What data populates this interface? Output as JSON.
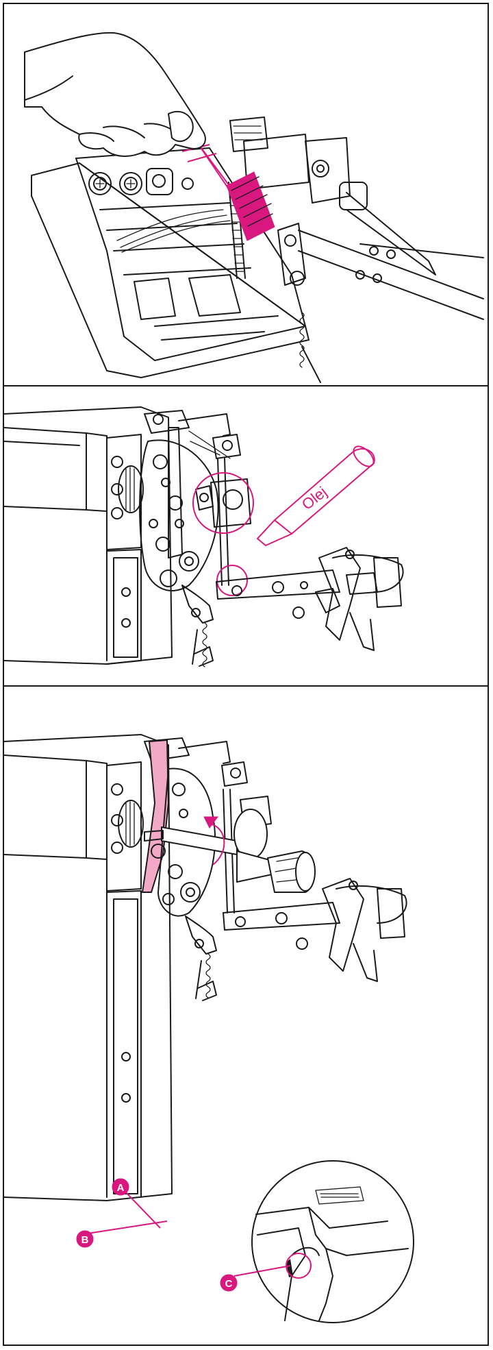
{
  "colors": {
    "accent": "#d8187e",
    "highlight": "#f2a9c6",
    "line": "#1a1a1a"
  },
  "panels": [
    {
      "id": "cleaning",
      "caption": ""
    },
    {
      "id": "oiling",
      "oil_label": "Olej"
    },
    {
      "id": "adjustment",
      "markers": {
        "a": "A",
        "b": "B",
        "c": "C"
      }
    }
  ]
}
